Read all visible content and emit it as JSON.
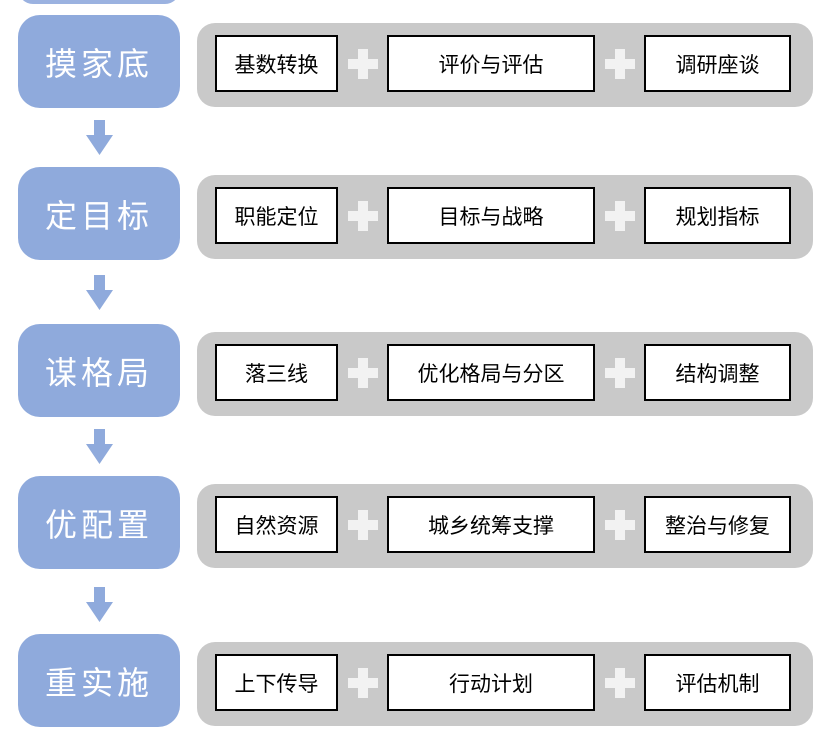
{
  "diagram": {
    "title_hint": "territorial-planning process flowchart",
    "colors": {
      "stage_blue": "#8FAADC",
      "bar_gray": "#C9C9C9",
      "plus_white": "#F2F2F2",
      "step_border": "#000000",
      "step_bg": "#FFFFFF",
      "stage_text": "#FFFFFF",
      "background": "#FFFFFF"
    },
    "rows": [
      {
        "stage": "摸家底",
        "steps": [
          "基数转换",
          "评价与评估",
          "调研座谈"
        ]
      },
      {
        "stage": "定目标",
        "steps": [
          "职能定位",
          "目标与战略",
          "规划指标"
        ]
      },
      {
        "stage": "谋格局",
        "steps": [
          "落三线",
          "优化格局与分区",
          "结构调整"
        ]
      },
      {
        "stage": "优配置",
        "steps": [
          "自然资源",
          "城乡统筹支撑",
          "整治与修复"
        ]
      },
      {
        "stage": "重实施",
        "steps": [
          "上下传导",
          "行动计划",
          "评估机制"
        ]
      }
    ],
    "connector": "plus",
    "flow_direction": "top-to-bottom"
  }
}
